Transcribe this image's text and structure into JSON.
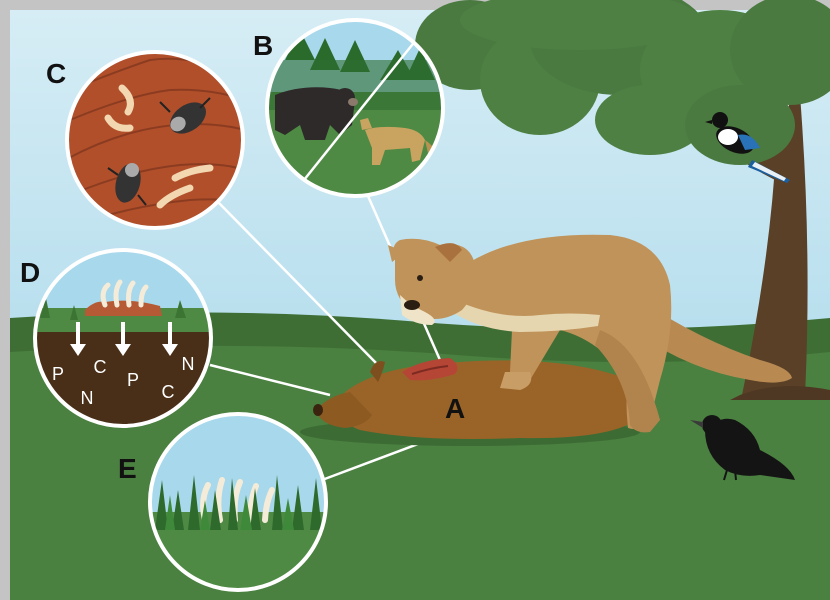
{
  "panel_labels": {
    "A": "A",
    "B": "B",
    "C": "C",
    "D": "D",
    "E": "E"
  },
  "nutrients": [
    "P",
    "C",
    "P",
    "N",
    "N",
    "C"
  ],
  "icons": {
    "A": "deer-carcass-with-cougar",
    "B": "bear-and-coyote-scavengers",
    "C": "beetles-and-maggots",
    "D": "soil-nutrient-arrows",
    "E": "bones-in-grass"
  },
  "colors": {
    "sky": "#a6d8ea",
    "grass": "#4a8040",
    "soil": "#4a2f18",
    "cougar": "#c0935a",
    "carcass": "#9a6428",
    "callout": "#ffffff"
  }
}
